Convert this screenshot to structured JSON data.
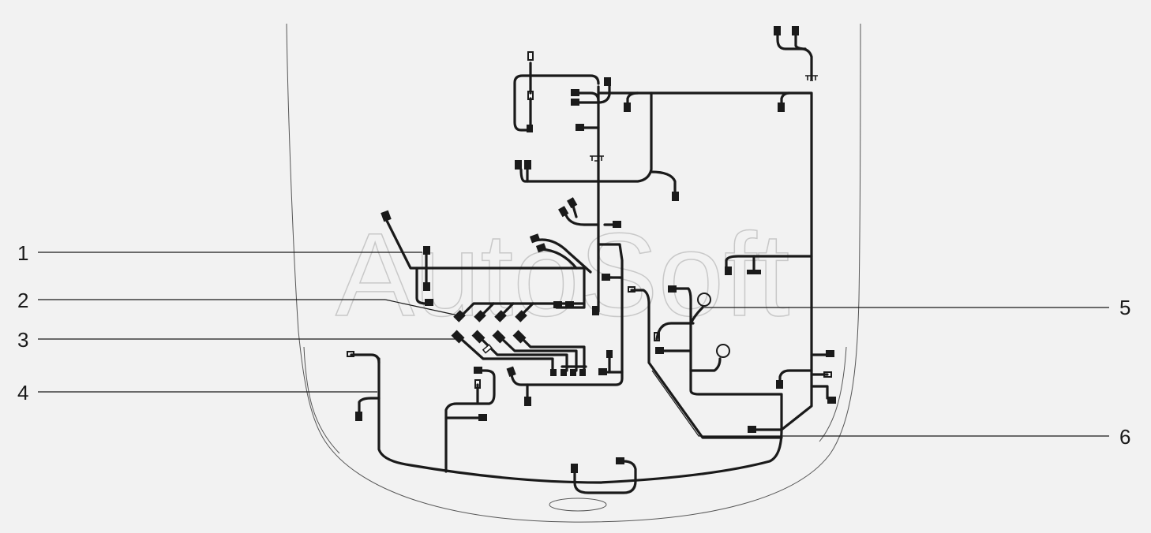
{
  "watermark": "AutoSoft",
  "callouts": {
    "c1": "1",
    "c2": "2",
    "c3": "3",
    "c4": "4",
    "c5": "5",
    "c6": "6"
  },
  "colors": {
    "background": "#f2f2f2",
    "line": "#1a1a1a",
    "watermark": "#c8c8c8"
  },
  "icons": {
    "connector": "black-rect-connector-icon",
    "grommet": "ring-grommet-icon"
  }
}
